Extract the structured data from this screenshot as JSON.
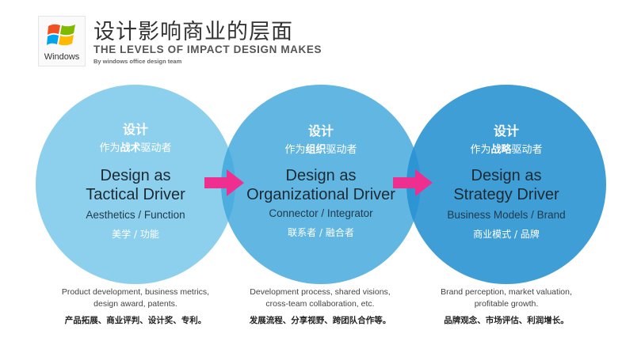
{
  "header": {
    "logo_text": "Windows",
    "title_cn": "设计影响商业的层面",
    "title_en": "THE LEVELS OF IMPACT DESIGN MAKES",
    "byline": "By windows office design team"
  },
  "colors": {
    "circle1": "#7dcaeb",
    "circle2": "#3ea6dc",
    "circle3": "#2691d2",
    "arrow": "#ee2f8f",
    "title_dark": "#1e2a33"
  },
  "levels": [
    {
      "cn_top": "设计",
      "cn_role_prefix": "作为",
      "cn_role_bold": "战术",
      "cn_role_suffix": "驱动者",
      "title_line1": "Design as",
      "title_line2": "Tactical Driver",
      "subtitle": "Aesthetics / Function",
      "subtitle_cn": "美学 / 功能",
      "desc_line1": "Product development, business metrics,",
      "desc_line2": "design award, patents.",
      "desc_cn": "产品拓展、商业评判、设计奖、专利。"
    },
    {
      "cn_top": "设计",
      "cn_role_prefix": "作为",
      "cn_role_bold": "组织",
      "cn_role_suffix": "驱动者",
      "title_line1": "Design as",
      "title_line2": "Organizational Driver",
      "subtitle": "Connector / Integrator",
      "subtitle_cn": "联系者 / 融合者",
      "desc_line1": "Development process, shared visions,",
      "desc_line2": "cross-team collaboration, etc.",
      "desc_cn": "发展流程、分享视野、跨团队合作等。"
    },
    {
      "cn_top": "设计",
      "cn_role_prefix": "作为",
      "cn_role_bold": "战略",
      "cn_role_suffix": "驱动者",
      "title_line1": "Design as",
      "title_line2": "Strategy Driver",
      "subtitle": "Business Models / Brand",
      "subtitle_cn": "商业模式 / 品牌",
      "desc_line1": "Brand perception, market valuation,",
      "desc_line2": "profitable growth.",
      "desc_cn": "品牌观念、市场评估、利润增长。"
    }
  ]
}
